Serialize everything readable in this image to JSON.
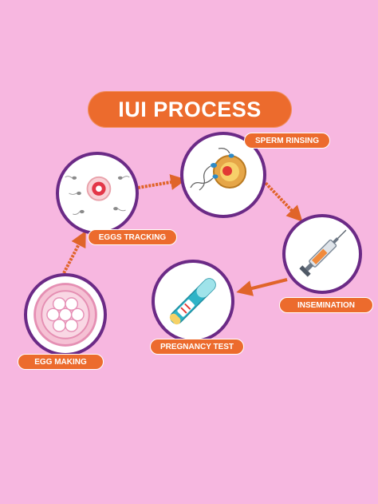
{
  "title": "IUI PROCESS",
  "steps": [
    {
      "id": "egg-making",
      "label": "EGG MAKING",
      "icon": "egg-cells-icon"
    },
    {
      "id": "eggs-tracking",
      "label": "EGGS TRACKING",
      "icon": "egg-sperm-icon"
    },
    {
      "id": "sperm-rinsing",
      "label": "SPERM RINSING",
      "icon": "fertilization-icon"
    },
    {
      "id": "insemination",
      "label": "INSEMINATION",
      "icon": "syringe-icon"
    },
    {
      "id": "pregnancy-test",
      "label": "PREGNANCY TEST",
      "icon": "pregnancy-test-icon"
    }
  ],
  "colors": {
    "background": "#f7b7e0",
    "accent": "#ec6b2d",
    "circle_border": "#6b2a86",
    "arrow": "#e0642a"
  }
}
